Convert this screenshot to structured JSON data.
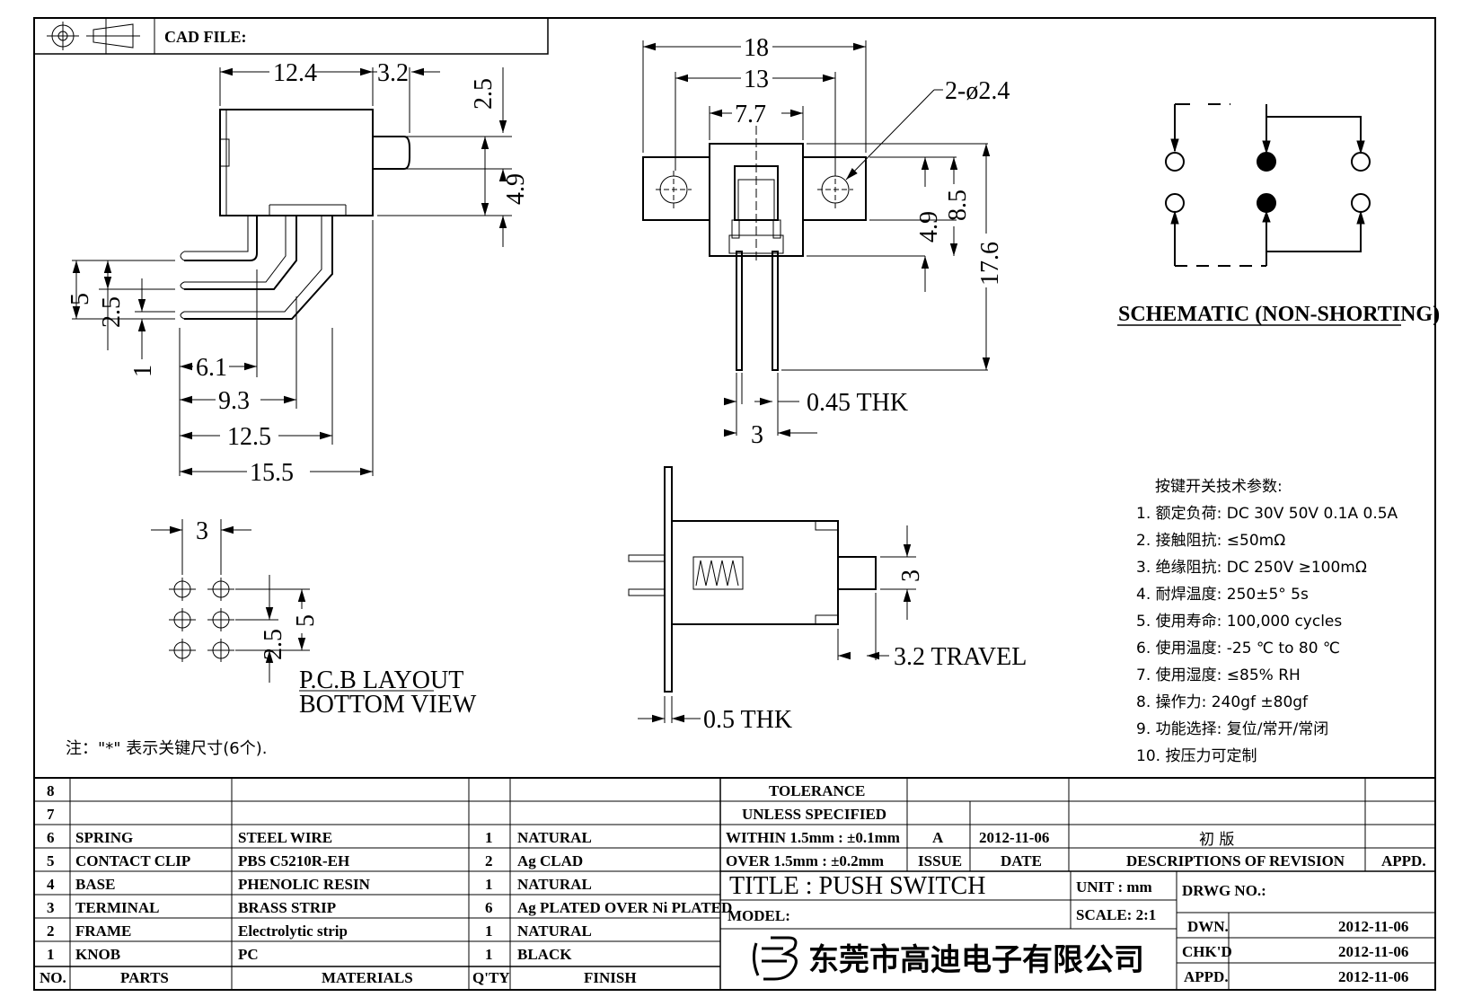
{
  "header": {
    "cad_file_label": "CAD FILE:"
  },
  "side_view": {
    "dims": {
      "top_width": "12.4",
      "knob_len": "3.2",
      "knob_top": "2.5",
      "knob_h": "4.9",
      "pin_5": "5",
      "pin_2_5": "2.5",
      "pin_1": "1",
      "d6_1": "6.1",
      "d9_3": "9.3",
      "d12_5": "12.5",
      "d15_5": "15.5"
    }
  },
  "front_view": {
    "dims": {
      "w18": "18",
      "w13": "13",
      "w7_7": "7.7",
      "holes": "2-ø2.4",
      "h4_9": "4.9",
      "h8_5": "8.5",
      "h17_6": "17.6",
      "thk": "0.45  THK",
      "w3": "3"
    }
  },
  "top_view": {
    "dims": {
      "h3": "3",
      "travel": "3.2  TRAVEL",
      "thk": "0.5  THK"
    }
  },
  "pcb_layout": {
    "dims": {
      "pitch": "3",
      "row": "2.5",
      "rows": "5"
    },
    "title1": "P.C.B  LAYOUT",
    "title2": "BOTTOM  VIEW"
  },
  "schematic": {
    "title": "SCHEMATIC (NON-SHORTING)"
  },
  "specs": {
    "heading": "按键开关技术参数:",
    "items": [
      "1.  额定负荷: DC 30V 50V    0.1A  0.5A",
      "2.  接触阻抗:  ≤50mΩ",
      "3.  绝缘阻抗: DC 250V  ≥100mΩ",
      "4.  耐焊温度: 250±5°     5s",
      "5.  使用寿命: 100,000 cycles",
      "6.  使用温度: -25  ℃  to 80  ℃",
      "7.  使用湿度:  ≤85% RH",
      "8.  操作力: 240gf  ±80gf",
      "9.  功能选择: 复位/常开/常闭",
      "10.  按压力可定制"
    ]
  },
  "note": "注：\"*\"  表示关键尺寸(6个).",
  "bom": {
    "rows": [
      {
        "no": "8",
        "part": "",
        "material": "",
        "qty": "",
        "finish": ""
      },
      {
        "no": "7",
        "part": "",
        "material": "",
        "qty": "",
        "finish": ""
      },
      {
        "no": "6",
        "part": "SPRING",
        "material": "STEEL WIRE",
        "qty": "1",
        "finish": "NATURAL"
      },
      {
        "no": "5",
        "part": "CONTACT CLIP",
        "material": "PBS C5210R-EH",
        "qty": "2",
        "finish": "Ag CLAD"
      },
      {
        "no": "4",
        "part": "BASE",
        "material": "PHENOLIC RESIN",
        "qty": "1",
        "finish": "NATURAL"
      },
      {
        "no": "3",
        "part": "TERMINAL",
        "material": "BRASS STRIP",
        "qty": "6",
        "finish": "Ag PLATED OVER Ni PLATED"
      },
      {
        "no": "2",
        "part": "FRAME",
        "material": "Electrolytic strip",
        "qty": "1",
        "finish": "NATURAL"
      },
      {
        "no": "1",
        "part": "KNOB",
        "material": "PC",
        "qty": "1",
        "finish": "BLACK"
      }
    ],
    "header": {
      "no": "NO.",
      "part": "PARTS",
      "material": "MATERIALS",
      "qty": "Q'TY",
      "finish": "FINISH"
    }
  },
  "title_block": {
    "tolerance1": "TOLERANCE",
    "tolerance2": "UNLESS  SPECIFIED",
    "within": "WITHIN 1.5mm : ±0.1mm",
    "over": "OVER 1.5mm : ±0.2mm",
    "issue_val": "A",
    "date_val": "2012-11-06",
    "revision_desc": "初 版",
    "issue_label": "ISSUE",
    "date_label": "DATE",
    "desc_label": "DESCRIPTIONS  OF  REVISION",
    "appd_label": "APPD.",
    "title": "TITLE :   PUSH  SWITCH",
    "unit": "UNIT :   mm",
    "drwg_no": "DRWG NO.:",
    "model": "MODEL:",
    "scale": "SCALE:   2:1",
    "company": "东莞市高迪电子有限公司",
    "dwn_label": "DWN.",
    "chkd_label": "CHK'D",
    "appd2_label": "APPD.",
    "dwn_date": "2012-11-06",
    "chkd_date": "2012-11-06",
    "appd_date": "2012-11-06"
  }
}
